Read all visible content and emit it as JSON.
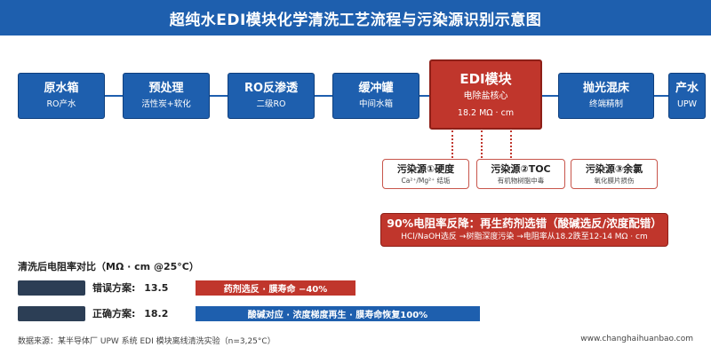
{
  "title": "超纯水EDI模块化学清洗工艺流程与污染源识别示意图",
  "steps": [
    {
      "name": "原水箱",
      "desc": "RO产水"
    },
    {
      "name": "预处理",
      "desc": "活性炭+软化"
    },
    {
      "name": "RO反渗透",
      "desc": "二级RO"
    },
    {
      "name": "缓冲罐",
      "desc": "中间水箱"
    },
    {
      "name": "EDI模块",
      "desc": "电除盐核心",
      "spec": "18.2 MΩ · cm"
    },
    {
      "name": "抛光混床",
      "desc": "终端精制"
    },
    {
      "name": "产水",
      "desc": "UPW"
    }
  ],
  "pollutants": [
    {
      "name": "污染源①硬度",
      "desc": "Ca²⁺/Mg²⁺ 结垢"
    },
    {
      "name": "污染源②TOC",
      "desc": "有机物树脂中毒"
    },
    {
      "name": "污染源③余氯",
      "desc": "氧化膜片损伤"
    }
  ],
  "alert": {
    "headline": "90%电阻率反降：再生药剂选错（酸碱选反/浓度配错）",
    "detail": "HCl/NaOH选反 →树脂深度污染 →电阻率从18.2跌至12-14 MΩ · cm"
  },
  "comparison": {
    "title": "清洗后电阻率对比（MΩ · cm @25°C）",
    "rows": [
      {
        "label": "错误方案:",
        "value": "13.5",
        "note": "药剂选反 · 膜寿命 −40%",
        "color": "#c0362c"
      },
      {
        "label": "正确方案:",
        "value": "18.2",
        "note": "酸碱对应 · 浓度梯度再生 · 膜寿命恢复100%",
        "color": "#1e5fae"
      }
    ]
  },
  "footer": {
    "source": "数据来源：某半导体厂 UPW 系统 EDI 模块离线清洗实验（n=3,25°C）",
    "site": "www.changhaihuanbao.com"
  },
  "colors": {
    "brand_blue": "#1e5fae",
    "alert_red": "#c0362c",
    "bar_dark": "#2c3e55"
  }
}
